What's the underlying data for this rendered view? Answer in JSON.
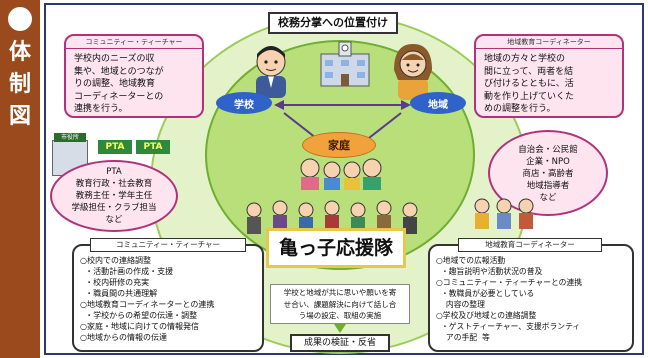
{
  "side_title": [
    "体",
    "制",
    "図"
  ],
  "header": {
    "title": "校務分掌への位置付け"
  },
  "left_top_box": {
    "heading": "コミュニティー・ティーチャー",
    "lines": [
      "学校内のニーズの収",
      "集や、地域とのつなが",
      "りの調整、地域教育",
      "コーディネーターとの",
      "連携を行う。"
    ]
  },
  "right_top_box": {
    "heading": "地域教育コーディネーター",
    "lines": [
      "地域の方々と学校の",
      "間に立って、両者を結",
      "び付けるとともに、活",
      "動を作り上げていくた",
      "めの調整を行う。"
    ]
  },
  "circle": {
    "school": "学校",
    "community": "地域",
    "home": "家庭"
  },
  "left_mid": {
    "sign": "市役所",
    "pta_a": "PTA",
    "pta_b": "PTA",
    "lines": [
      "PTA",
      "教育行政・社会教育",
      "教務主任・学年主任",
      "学級担任・クラブ担当",
      "など"
    ]
  },
  "right_mid": {
    "lines": [
      "自治会・公民館",
      "企業・NPO",
      "商店・高齢者",
      "地域指導者",
      "など"
    ]
  },
  "banner": {
    "title": "亀っ子応援隊"
  },
  "bottom_left": {
    "heading": "コミュニティー・ティーチャー",
    "lines": [
      "○校内での連絡調整",
      "  ・活動計画の作成・支援",
      "  ・校内研修の充実",
      "  ・職員間の共通理解",
      "○地域教育コーディネーターとの連携",
      "  ・学校からの希望の伝達・調整",
      "○家庭・地域に向けての情報発信",
      "○地域からの情報の伝達"
    ]
  },
  "bottom_right": {
    "heading": "地域教育コーディネーター",
    "lines": [
      "○地域での広報活動",
      "  ・趣旨説明や活動状況の普及",
      "○コミュニティー・ティーチャーとの連携",
      "  ・教職員が必要としている",
      "    内容の整理",
      "○学校及び地域との連絡調整",
      "  ・ゲストティーチャー、支援ボランティ",
      "    アの手配  等"
    ]
  },
  "center_note": {
    "lines": [
      "学校と地域が共に思いや願いを寄",
      "せ合い、課題解決に向けて話し合",
      "う場の設定、取組の実施"
    ]
  },
  "review": {
    "label": "成果の検証・反省"
  },
  "colors": {
    "band": "#9a4a1c",
    "frame": "#2a3a6e",
    "pink_box": "#fde4ef",
    "green_circle": "#b9df7a",
    "blue_label": "#2f63c9",
    "orange": "#f2a23c"
  }
}
